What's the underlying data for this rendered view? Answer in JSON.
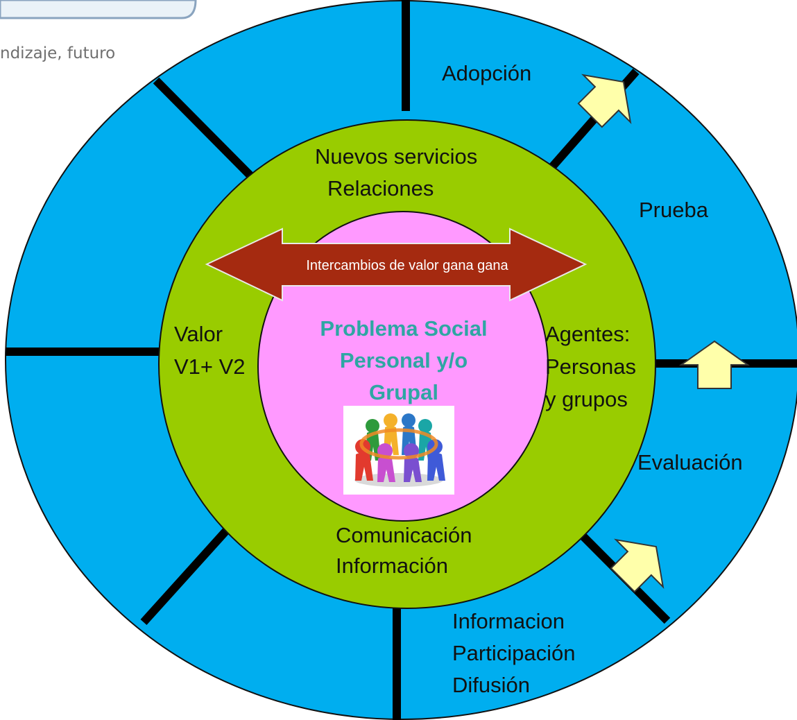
{
  "header": {
    "caption": "ndizaje, futuro"
  },
  "colors": {
    "outer_ring": "#00AEEF",
    "middle_ring": "#99CC00",
    "inner_circle": "#FF99FF",
    "center_text": "#2EA6A3",
    "big_arrow": "#A52A10",
    "small_arrows": "#FFFFAA"
  },
  "outer": {
    "adopcion": "Adopción",
    "prueba": "Prueba",
    "evaluacion": "Evaluación",
    "informacion_lines": [
      "Informacion",
      "Participación",
      "Difusión"
    ]
  },
  "middle": {
    "top_lines": [
      "Nuevos servicios",
      "Relaciones"
    ],
    "left_lines": [
      "Valor",
      "V1+ V2"
    ],
    "right_lines": [
      "Agentes:",
      "Personas",
      "y grupos"
    ],
    "bottom_lines": [
      "Comunicación",
      "Información"
    ]
  },
  "exchange_arrow": {
    "label": "Intercambios de valor gana gana"
  },
  "center": {
    "lines": [
      "Problema Social",
      "Personal y/o",
      "Grupal"
    ],
    "image_icon": "people-circle-icon"
  }
}
